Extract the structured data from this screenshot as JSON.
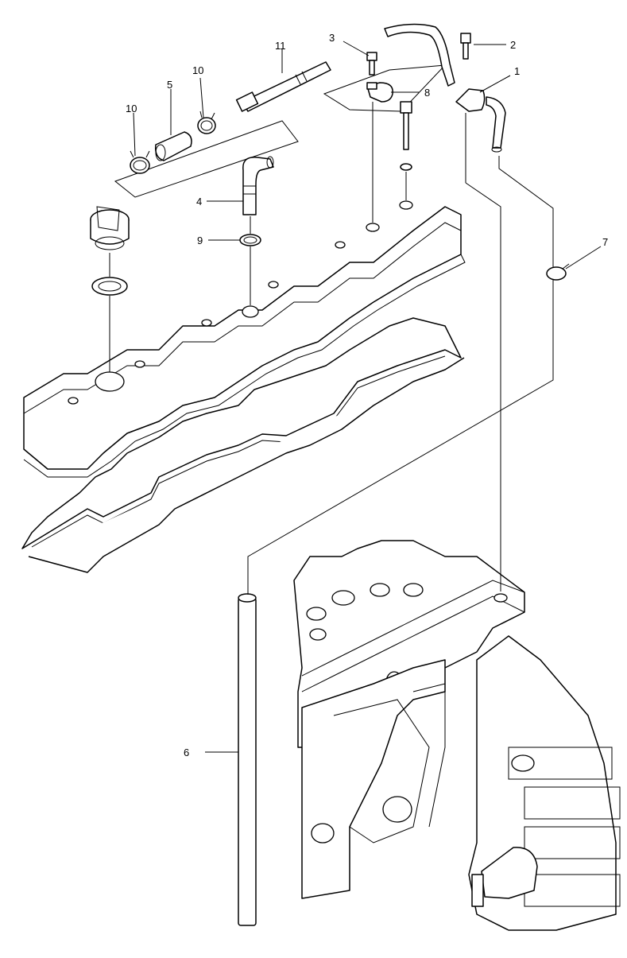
{
  "callouts": [
    {
      "id": "callout-1",
      "text": "1"
    },
    {
      "id": "callout-2",
      "text": "2"
    },
    {
      "id": "callout-3",
      "text": "3"
    },
    {
      "id": "callout-4",
      "text": "4"
    },
    {
      "id": "callout-5",
      "text": "5"
    },
    {
      "id": "callout-6",
      "text": "6"
    },
    {
      "id": "callout-7",
      "text": "7"
    },
    {
      "id": "callout-8",
      "text": "8"
    },
    {
      "id": "callout-9",
      "text": "9"
    },
    {
      "id": "callout-10a",
      "text": "10"
    },
    {
      "id": "callout-10b",
      "text": "10"
    },
    {
      "id": "callout-11",
      "text": "11"
    }
  ]
}
